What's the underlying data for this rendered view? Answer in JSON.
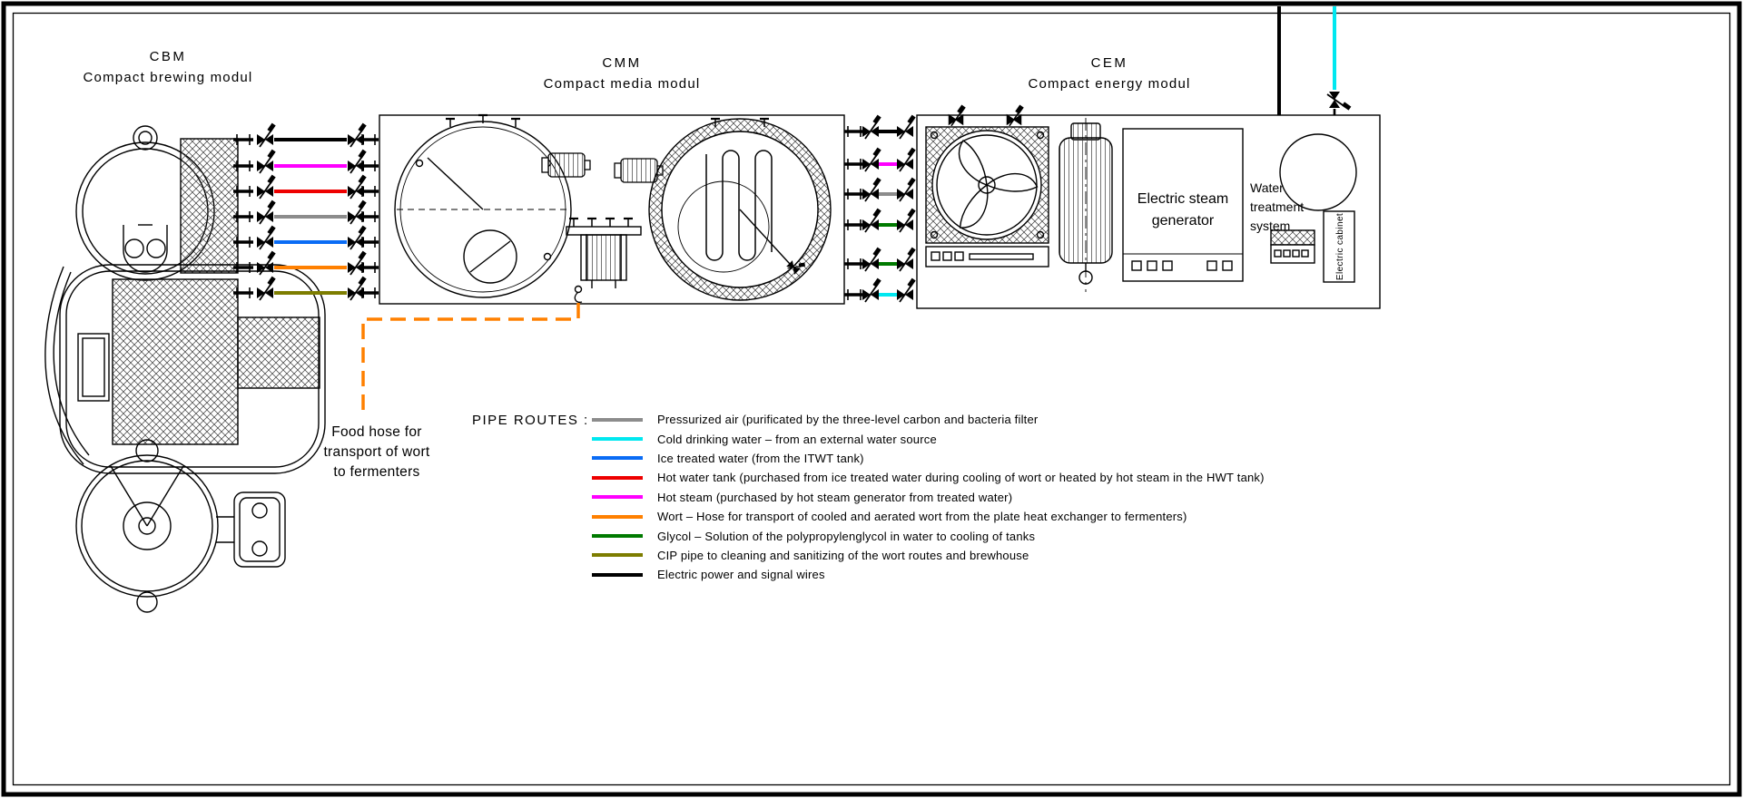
{
  "modules": {
    "cbm": {
      "abbr": "CBM",
      "title": "Compact brewing modul"
    },
    "cmm": {
      "abbr": "CMM",
      "title": "Compact media modul"
    },
    "cem": {
      "abbr": "CEM",
      "title": "Compact energy modul"
    }
  },
  "cem_labels": {
    "electric_steam_generator": [
      "Electric steam",
      "generator"
    ],
    "water_treatment_system": [
      "Water",
      "treatment",
      "system"
    ],
    "electric_cabinet": "Electric cabinet"
  },
  "annotations": {
    "food_hose": [
      "Food hose for",
      "transport of wort",
      "to fermenters"
    ]
  },
  "legend": {
    "title": "PIPE ROUTES :",
    "items": [
      {
        "name": "pressurized-air",
        "color": "#8c8c8c",
        "label": "Pressurized air (purificated by the three-level carbon and bacteria filter"
      },
      {
        "name": "cold-drinking-water",
        "color": "#00e8f0",
        "label": "Cold drinking water – from an external water source"
      },
      {
        "name": "ice-treated-water",
        "color": "#0a6cf5",
        "label": "Ice treated water (from the ITWT tank)"
      },
      {
        "name": "hot-water",
        "color": "#ee0000",
        "label": "Hot water tank (purchased from ice treated water during cooling of wort or heated by hot steam in the HWT tank)"
      },
      {
        "name": "hot-steam",
        "color": "#ff00ff",
        "label": "Hot steam (purchased by hot steam generator from treated water)"
      },
      {
        "name": "wort",
        "color": "#ff8000",
        "label": "Wort – Hose for transport of cooled and aerated wort from the plate heat exchanger to fermenters)"
      },
      {
        "name": "glycol",
        "color": "#007a00",
        "label": "Glycol – Solution of the polypropylenglycol in water to cooling of tanks"
      },
      {
        "name": "cip",
        "color": "#7d7d00",
        "label": "CIP pipe to cleaning and sanitizing of the wort routes and brewhouse"
      },
      {
        "name": "electric",
        "color": "#000000",
        "label": "Electric power and signal wires"
      }
    ]
  }
}
